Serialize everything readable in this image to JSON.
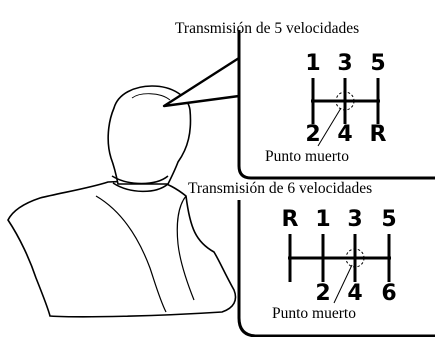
{
  "panel_5speed": {
    "title": "Transmisión de 5 velocidades",
    "gears_top": [
      "1",
      "3",
      "5"
    ],
    "gears_bottom": [
      "2",
      "4",
      "R"
    ],
    "neutral_label": "Punto muerto"
  },
  "panel_6speed": {
    "title": "Transmisión de 6 velocidades",
    "gears_top": [
      "R",
      "1",
      "3",
      "5"
    ],
    "gears_bottom": [
      "2",
      "4",
      "6"
    ],
    "neutral_label": "Punto muerto"
  },
  "colors": {
    "line": "#000000",
    "background": "#ffffff"
  }
}
